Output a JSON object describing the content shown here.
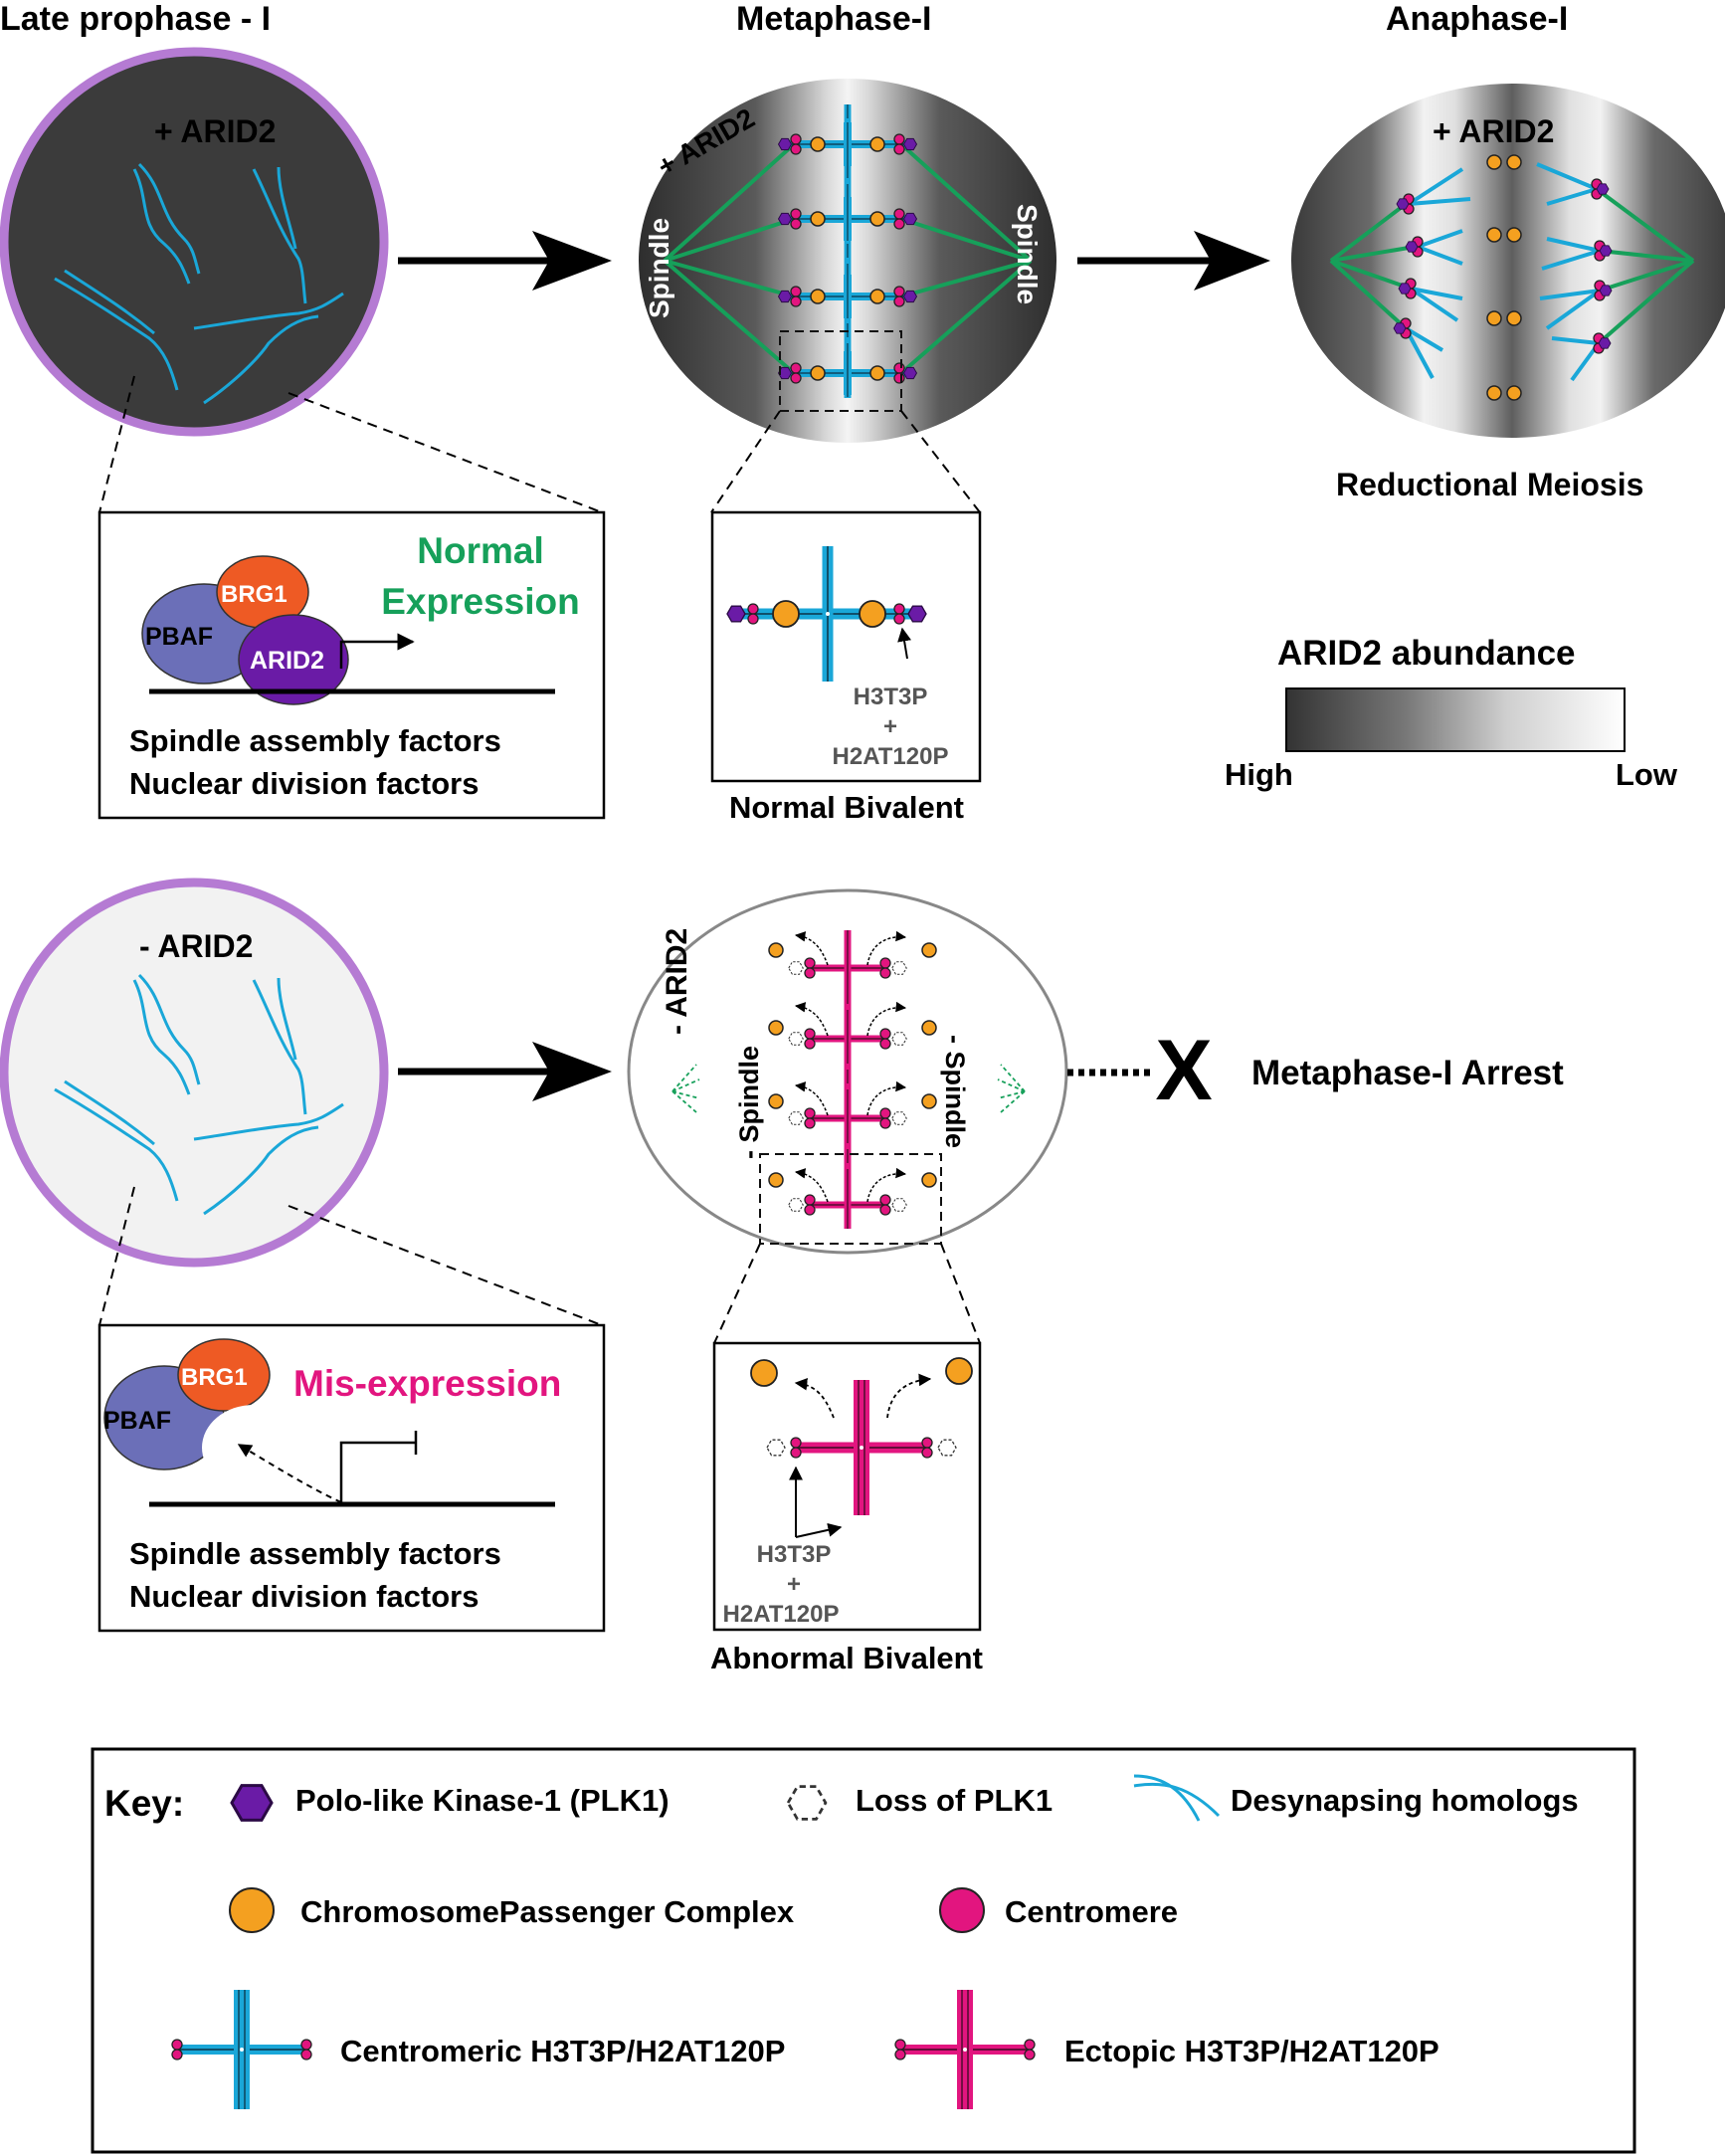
{
  "stages": {
    "late_prophase": "Late prophase - I",
    "metaphase": "Metaphase-I",
    "anaphase": "Anaphase-I"
  },
  "labels": {
    "plus_arid2": "+ ARID2",
    "minus_arid2": "- ARID2",
    "spindle": "Spindle",
    "minus_spindle": "- Spindle",
    "reductional_meiosis": "Reductional Meiosis",
    "metaphase_arrest": "Metaphase-I Arrest",
    "arrest_mark": "X"
  },
  "expression_normal": {
    "brg1": "BRG1",
    "pbaf": "PBAF",
    "arid2": "ARID2",
    "title_line1": "Normal",
    "title_line2": "Expression",
    "factors_line1": "Spindle assembly factors",
    "factors_line2": "Nuclear division factors"
  },
  "expression_mis": {
    "brg1": "BRG1",
    "pbaf": "PBAF",
    "title": "Mis-expression",
    "factors_line1": "Spindle assembly factors",
    "factors_line2": "Nuclear division factors"
  },
  "bivalent_normal": {
    "mark1": "H3T3P",
    "plus": "+",
    "mark2": "H2AT120P",
    "caption": "Normal Bivalent"
  },
  "bivalent_abnormal": {
    "mark1": "H3T3P",
    "plus": "+",
    "mark2": "H2AT120P",
    "caption": "Abnormal Bivalent"
  },
  "abundance": {
    "title": "ARID2 abundance",
    "high": "High",
    "low": "Low"
  },
  "key": {
    "title": "Key:",
    "plk1": "Polo-like Kinase-1 (PLK1)",
    "loss_plk1": "Loss of PLK1",
    "desynapsing": "Desynapsing homologs",
    "cpc": "ChromosomePassenger Complex",
    "centromere": "Centromere",
    "centromeric": "Centromeric H3T3P/H2AT120P",
    "ectopic": "Ectopic H3T3P/H2AT120P"
  },
  "colors": {
    "cyan": "#1aa7d8",
    "magenta": "#e2157f",
    "purple": "#6a1ba6",
    "orange": "#f4a020",
    "green": "#16a05a",
    "lavender": "#b57bd3",
    "pbaf": "#6b6fb8",
    "brg1": "#ee5a24",
    "dark": "#3a3a3a"
  }
}
